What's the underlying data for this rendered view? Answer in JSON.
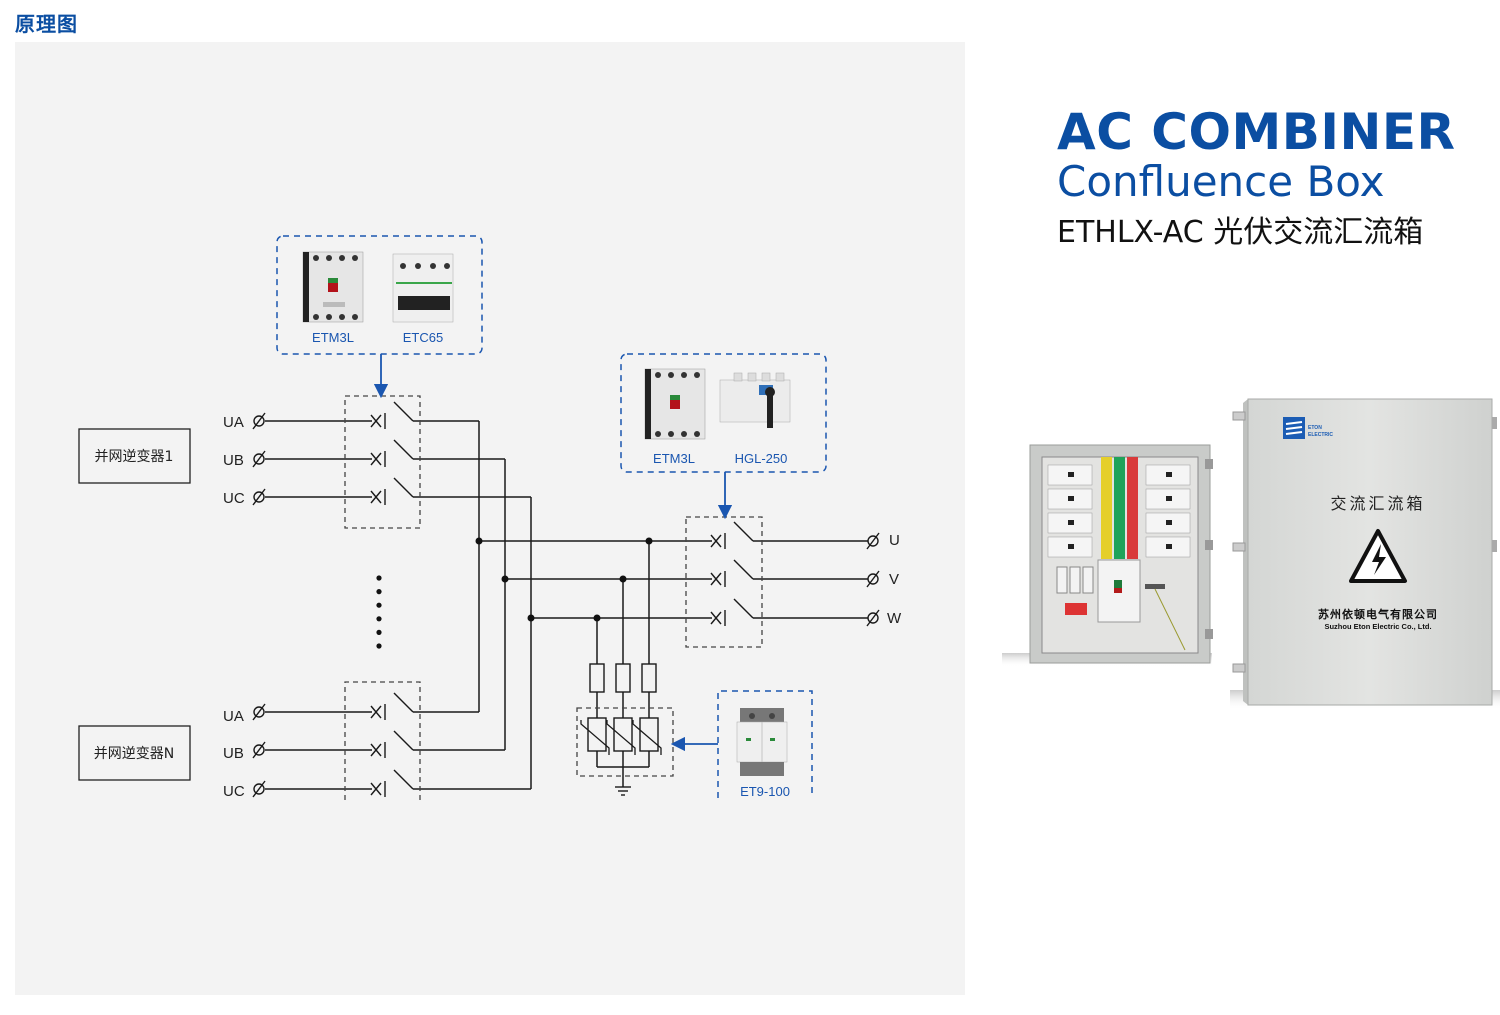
{
  "section_title": "原理图",
  "title": {
    "main": "AC COMBINER",
    "sub": "Confluence Box",
    "model": "ETHLX-AC 光伏交流汇流箱"
  },
  "colors": {
    "brand_blue": "#0b4ea2",
    "product_label_blue": "#1a56b0",
    "panel_bg": "#f3f3f3",
    "line": "#1a1a1a",
    "dashed_box": "#444444"
  },
  "diagram": {
    "inverters": [
      {
        "label": "并网逆变器1",
        "phases": [
          "UA",
          "UB",
          "UC"
        ]
      },
      {
        "label": "并网逆变器N",
        "phases": [
          "UA",
          "UB",
          "UC"
        ]
      }
    ],
    "input_breaker_products": [
      "ETM3L",
      "ETC65"
    ],
    "main_switch_products": [
      "ETM3L",
      "HGL-250"
    ],
    "spd_product": "ET9-100",
    "outputs": [
      "U",
      "V",
      "W"
    ],
    "ellipsis_dots": 6
  },
  "product_photo": {
    "door_label": "交流汇流箱",
    "brand_top": "ETON",
    "brand_bottom": "ELECTRIC",
    "company_cn": "苏州依顿电气有限公司",
    "company_en": "Suzhou Eton Electric Co., Ltd."
  }
}
